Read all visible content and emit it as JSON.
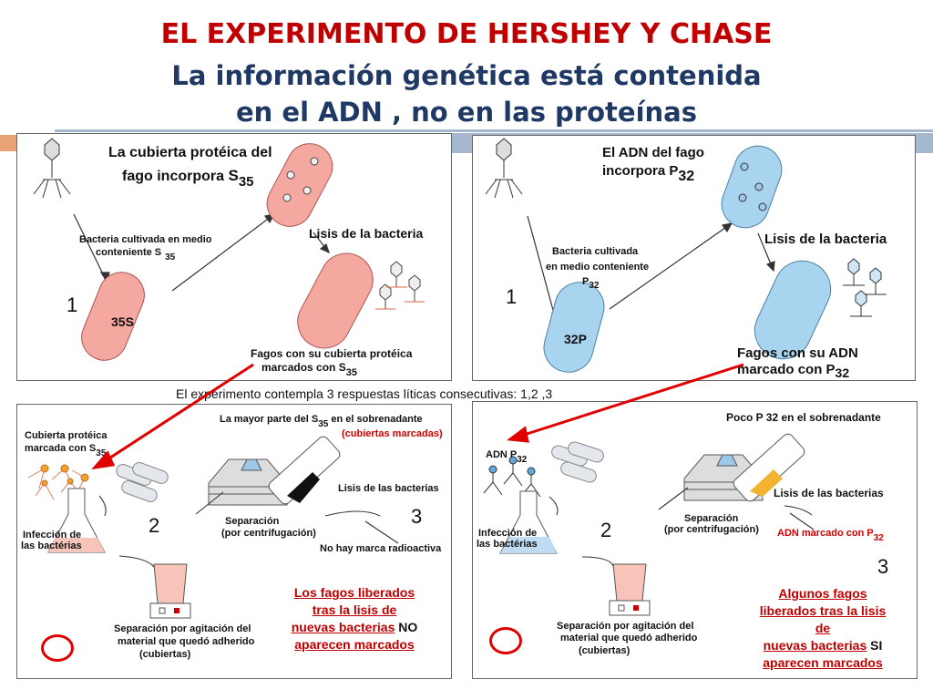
{
  "title": {
    "line1": "EL EXPERIMENTO DE HERSHEY Y CHASE",
    "line2": "La información genética está contenida",
    "line3": "en el ADN , no en las proteínas"
  },
  "colors": {
    "title_red": "#c00000",
    "title_blue": "#1f3864",
    "deco_band": "#a5b8d0",
    "deco_square": "#e9a377",
    "arrow": "#e00000"
  },
  "panel_tl": {
    "heading_1": "La cubierta protéica del",
    "heading_2": "fago incorpora",
    "heading_s": "S",
    "heading_sub": "35",
    "medium_1": "Bacteria cultivada en medio",
    "medium_2": "conteniente S",
    "medium_sub": "35",
    "lysis": "Lisis de la bacteria",
    "step": "1",
    "cell_label": "35S",
    "phages_1": "Fagos con su cubierta protéica",
    "phages_2": "marcados con S",
    "phages_sub": "35"
  },
  "panel_tr": {
    "heading_1": "El ADN del fago",
    "heading_2": "incorpora P",
    "heading_sub": "32",
    "medium_1": "Bacteria cultivada",
    "medium_2": "en medio conteniente",
    "medium_3": "P",
    "medium_sub": "32",
    "lysis": "Lisis de la bacteria",
    "step": "1",
    "cell_label": "32P",
    "phages_1": "Fagos con su ADN",
    "phages_2": "marcado con P",
    "phages_sub": "32"
  },
  "footer": "El experimento contempla 3 respuestas líticas consecutivas: 1,2 ,3",
  "panel_bl": {
    "coat_1": "Cubierta protéica",
    "coat_2": "marcada con S",
    "coat_sub": "35",
    "supernatant_1": "La mayor parte del S",
    "supernatant_sub": "35",
    "supernatant_2": "en el sobrenadante",
    "supernatant_3": "(cubiertas marcadas)",
    "separation_1": "Separación",
    "separation_2": "(por centrifugación)",
    "lysis": "Lisis de las bacterias",
    "no_mark": "No hay marca radioactiva",
    "infection_1": "Infección de",
    "infection_2": "las bactérias",
    "step2": "2",
    "step3": "3",
    "agitation_1": "Separación por agitación del",
    "agitation_2": "material que quedó adherido",
    "agitation_3": "(cubiertas)",
    "note_1": "Los fagos liberados",
    "note_2": "tras la lisis de",
    "note_3": "nuevas bacterias",
    "note_no": "NO",
    "note_4": "aparecen marcados"
  },
  "panel_br": {
    "supernatant": "Poco P 32 en el sobrenadante",
    "dna_label": "ADN P",
    "dna_sub": "32",
    "separation_1": "Separación",
    "separation_2": "(por centrifugación)",
    "lysis": "Lisis de las bacterias",
    "infection_1": "Infección de",
    "infection_2": "las bactérias",
    "step2": "2",
    "marked": "ADN marcado con P",
    "marked_sub": "32",
    "step3": "3",
    "agitation_1": "Separación por agitación del",
    "agitation_2": "material que quedó adherido",
    "agitation_3": "(cubiertas)",
    "note_1": "Algunos fagos",
    "note_2": "liberados tras la lisis",
    "note_3": "de",
    "note_4": "nuevas bacterias",
    "note_si": "SI",
    "note_5": "aparecen marcados"
  }
}
